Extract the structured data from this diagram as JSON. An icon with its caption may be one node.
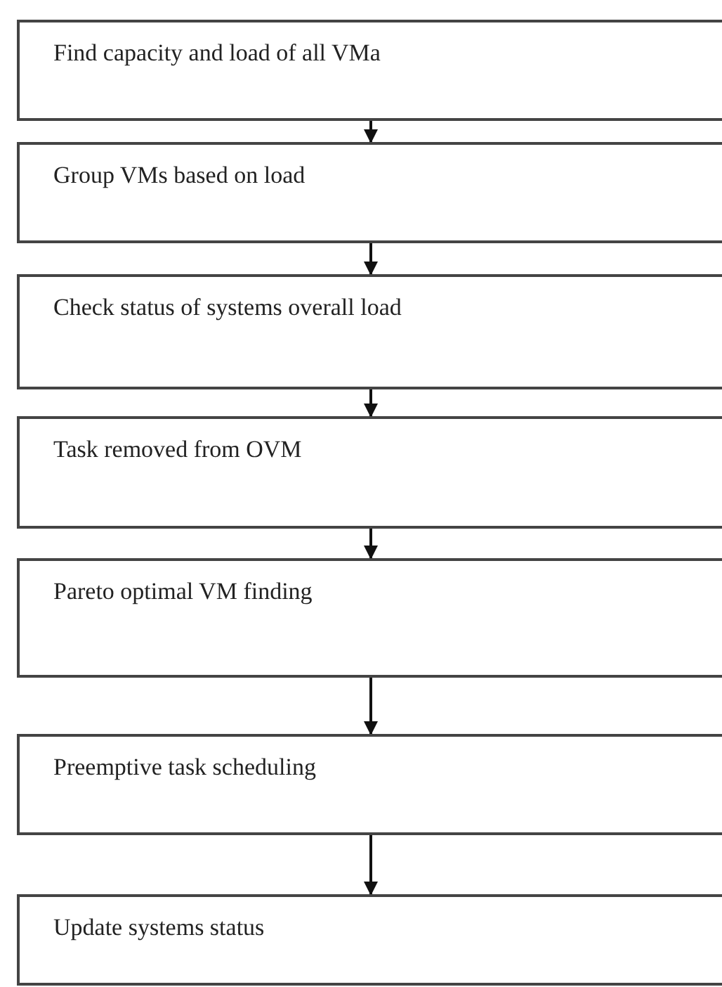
{
  "diagram": {
    "nodes": [
      {
        "text": [
          "Find capacity and load of all VMa"
        ]
      },
      {
        "text": [
          "Group VMs based on load"
        ]
      },
      {
        "text": [
          "Check status of systems overall load"
        ]
      },
      {
        "text": [
          "Task removed from OVM"
        ]
      },
      {
        "text": [
          "Pareto optimal VM finding"
        ]
      },
      {
        "text": [
          "Preemptive task scheduling"
        ]
      },
      {
        "text": [
          "Update systems status"
        ]
      }
    ],
    "edges": [
      {
        "from": 0,
        "to": 1,
        "arrow": "to"
      },
      {
        "from": 1,
        "to": 2,
        "arrow": "to"
      },
      {
        "from": 2,
        "to": 3,
        "arrow": "to"
      },
      {
        "from": 3,
        "to": 4,
        "arrow": "to"
      },
      {
        "from": 4,
        "to": 5,
        "arrow": "to"
      },
      {
        "from": 5,
        "to": 6,
        "arrow": "to"
      }
    ]
  }
}
